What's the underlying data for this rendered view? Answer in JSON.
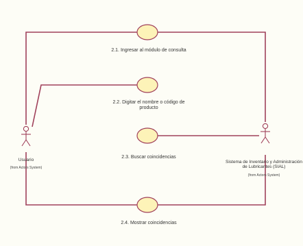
{
  "actors": [
    {
      "name": "Usuario",
      "subtitle": "(from Actors System)"
    },
    {
      "name_lines": [
        "Sistema de Inventario y Administración",
        "de Lubricantes (SIAL)"
      ],
      "subtitle": "(from Actors System)"
    }
  ],
  "use_cases": [
    {
      "label_lines": [
        "2.1. Ingresar al módulo de consulta"
      ]
    },
    {
      "label_lines": [
        "2.2. Digitar el nombre o código de",
        "producto"
      ]
    },
    {
      "label_lines": [
        "2.3. Buscar coincidencias"
      ]
    },
    {
      "label_lines": [
        "2.4. Mostrar coincidencias"
      ]
    }
  ],
  "colors": {
    "line": "#a0405a",
    "ellipse_fill": "#fdf3b8",
    "ellipse_stroke": "#a0405a",
    "actor": "#a0405a"
  }
}
